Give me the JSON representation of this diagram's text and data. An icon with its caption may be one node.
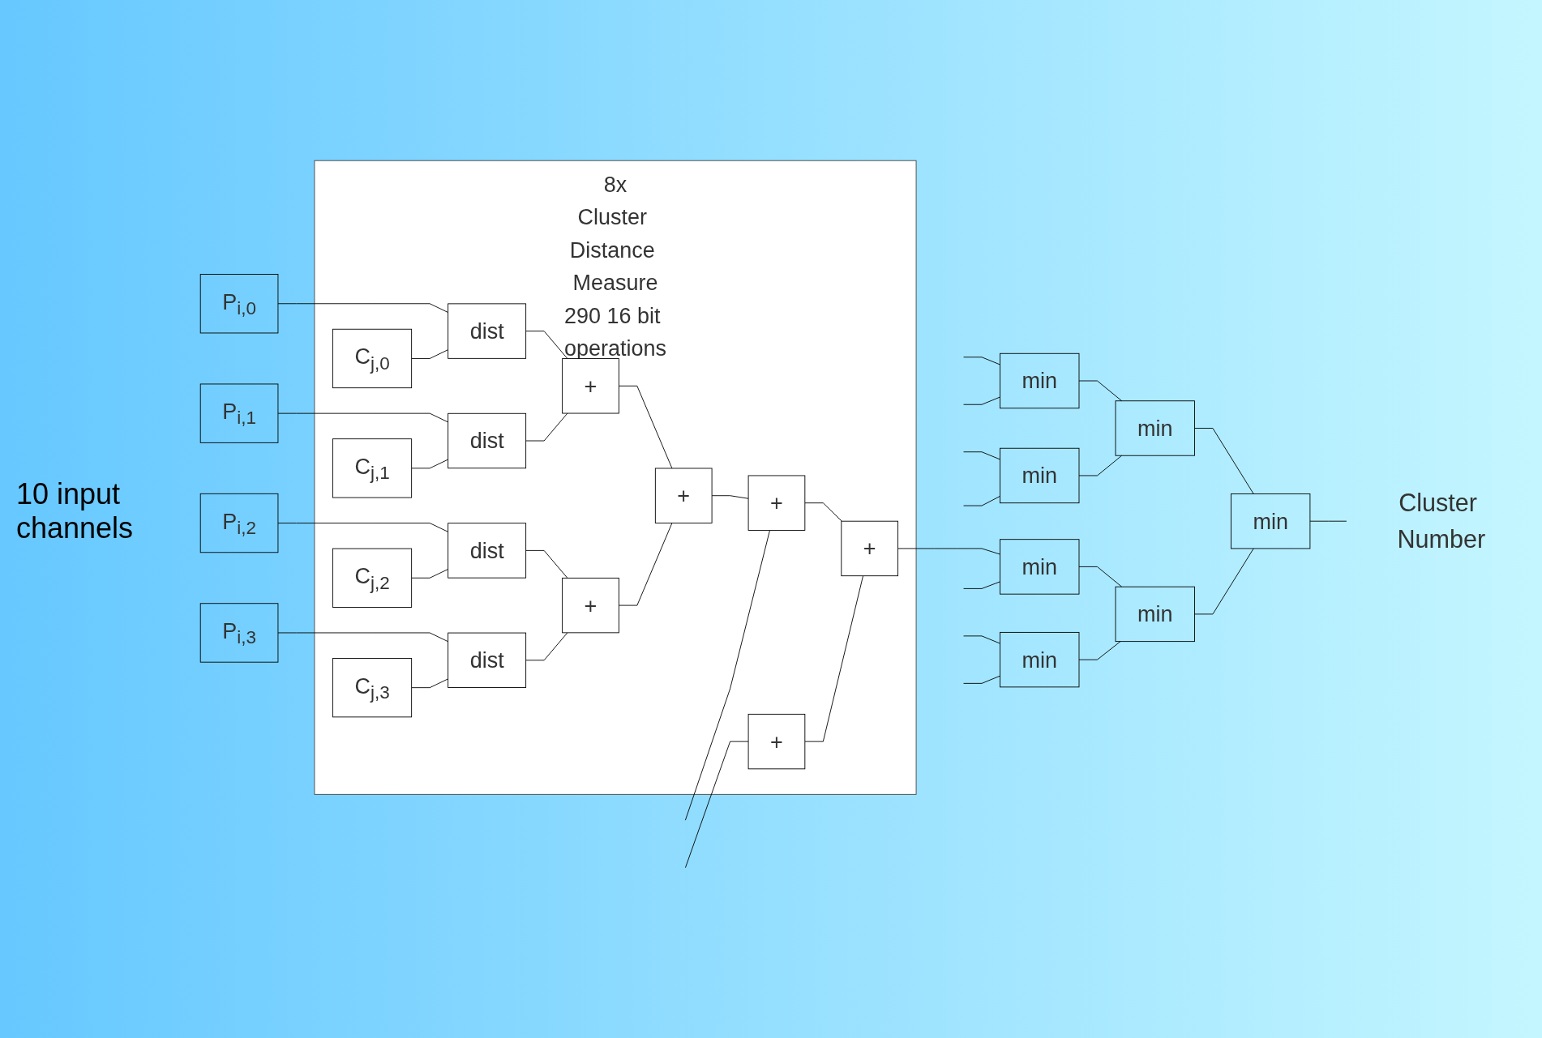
{
  "diagram": {
    "nodes": [
      {
        "text": [
          "P$_{i,0}$"
        ]
      },
      {
        "text": [
          "P$_{i,1}$"
        ]
      },
      {
        "text": [
          "P$_{i,2}$"
        ]
      },
      {
        "text": [
          "P$_{i,3}$"
        ]
      },
      {
        "text": [
          "8x",
          "Cluster Distance Measure",
          "290 16 bit operations"
        ]
      },
      {
        "text": [
          "C$_{j,0}$"
        ],
        "in": 4
      },
      {
        "text": [
          "C$_{j,1}$"
        ],
        "in": 4
      },
      {
        "text": [
          "C$_{j,2}$"
        ],
        "in": 4
      },
      {
        "text": [
          "C$_{j,3}$"
        ],
        "in": 4
      },
      {
        "text": [
          "dist"
        ],
        "in": 4
      },
      {
        "text": [
          "dist"
        ],
        "in": 4
      },
      {
        "text": [
          "dist"
        ],
        "in": 4
      },
      {
        "text": [
          "dist"
        ],
        "in": 4
      },
      {
        "text": [
          "+"
        ],
        "in": 4
      },
      {
        "text": [
          "+"
        ],
        "in": 4
      },
      {
        "text": [
          "+"
        ],
        "in": 4
      },
      {
        "text": [
          "+"
        ],
        "in": 4
      },
      {
        "text": [
          "+"
        ],
        "in": 4
      },
      {
        "text": [
          "+"
        ],
        "in": 4
      },
      {
        "text": [
          "min"
        ]
      },
      {
        "text": [
          "min"
        ]
      },
      {
        "text": [
          "min"
        ]
      },
      {
        "text": [
          "min"
        ]
      },
      {
        "text": [
          "min"
        ]
      },
      {
        "text": [
          "min"
        ]
      },
      {
        "text": [
          "min"
        ]
      },
      {
        "text": [
          "Cluster Number"
        ]
      }
    ],
    "edges": [
      {
        "from": 0,
        "to": 9,
        "arrow": "none"
      },
      {
        "from": 5,
        "to": 9,
        "arrow": "none"
      },
      {
        "from": 1,
        "to": 10,
        "arrow": "none"
      },
      {
        "from": 6,
        "to": 10,
        "arrow": "none"
      },
      {
        "from": 2,
        "to": 11,
        "arrow": "none"
      },
      {
        "from": 7,
        "to": 11,
        "arrow": "none"
      },
      {
        "from": 3,
        "to": 12,
        "arrow": "none"
      },
      {
        "from": 8,
        "to": 12,
        "arrow": "none"
      },
      {
        "from": 9,
        "to": 13,
        "arrow": "none"
      },
      {
        "from": 10,
        "to": 13,
        "arrow": "none"
      },
      {
        "from": 11,
        "to": 14,
        "arrow": "none"
      },
      {
        "from": 12,
        "to": 14,
        "arrow": "none"
      },
      {
        "from": 13,
        "to": 15,
        "arrow": "none"
      },
      {
        "from": 14,
        "to": 15,
        "arrow": "none"
      },
      {
        "from": 15,
        "to": 16,
        "arrow": "none"
      },
      {
        "from": null,
        "to": 16,
        "arrow": "none"
      },
      {
        "from": null,
        "to": 17,
        "arrow": "none"
      },
      {
        "from": 16,
        "to": 18,
        "arrow": "none"
      },
      {
        "from": 17,
        "to": 18,
        "arrow": "none"
      },
      {
        "from": null,
        "to": 19,
        "arrow": "none"
      },
      {
        "from": null,
        "to": 19,
        "arrow": "none"
      },
      {
        "from": null,
        "to": 20,
        "arrow": "none"
      },
      {
        "from": null,
        "to": 20,
        "arrow": "none"
      },
      {
        "from": 18,
        "to": 21,
        "arrow": "none"
      },
      {
        "from": null,
        "to": 21,
        "arrow": "none"
      },
      {
        "from": null,
        "to": 22,
        "arrow": "none"
      },
      {
        "from": null,
        "to": 22,
        "arrow": "none"
      },
      {
        "from": 19,
        "to": 23,
        "arrow": "none"
      },
      {
        "from": 20,
        "to": 23,
        "arrow": "none"
      },
      {
        "from": 21,
        "to": 24,
        "arrow": "none"
      },
      {
        "from": 22,
        "to": 24,
        "arrow": "none"
      },
      {
        "from": 23,
        "to": 25,
        "arrow": "none"
      },
      {
        "from": 24,
        "to": 25,
        "arrow": "none"
      },
      {
        "from": 25,
        "to": 26,
        "arrow": "none"
      }
    ],
    "labels": [
      "10 input channels"
    ]
  }
}
